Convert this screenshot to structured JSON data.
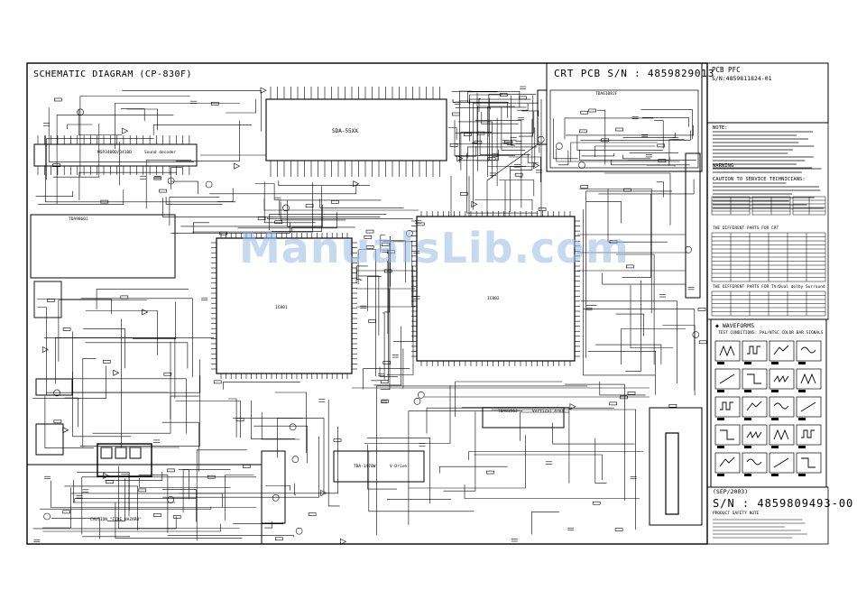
{
  "title": "SCHEMATIC DIAGRAM (CP-830F)",
  "crt_pcb": "CRT PCB S/N : 4859829013",
  "pcb_pfc": {
    "title": "PCB PFC",
    "sn": "S/N:4859811824-01"
  },
  "ic_labels": {
    "sda": "SDA-55XX",
    "tda_audio": "TDA9860J",
    "tda_crt": "TDA6108JF",
    "tda_vert": "TDA8356J",
    "tda_vert_area": "Vertical Area",
    "tba": "TBA-1470W",
    "tuner_drive": "V-Drive",
    "sound_decoder": "Sound decoder",
    "msp": "MSP3400D/3410D",
    "ic801": "IC801",
    "ic802": "IC802"
  },
  "waveforms": {
    "title": "WAVEFORMS",
    "subtitle": "TEST CONDITIONS: PAL/NTSC COLOR BAR SIGNALS"
  },
  "notes": {
    "note": "NOTE:",
    "warning": "WARNING",
    "caution_tech": "CAUTION TO SERVICE TECHNICIANS:",
    "diff_parts_crt": "THE DIFFERENT PARTS FOR CRT",
    "diff_parts_dolby": "THE DIFFERENT PARTS FOR TV/Dual dolby Surround",
    "caution_fuse": "CAUTION \"FIRE HAZARD\"",
    "product_safety": "PRODUCT SAFETY NOTE"
  },
  "footer": {
    "date": "(SEP/2003)",
    "sn": "S/N : 4859809493-00"
  },
  "watermark": "ManualsLib.com"
}
